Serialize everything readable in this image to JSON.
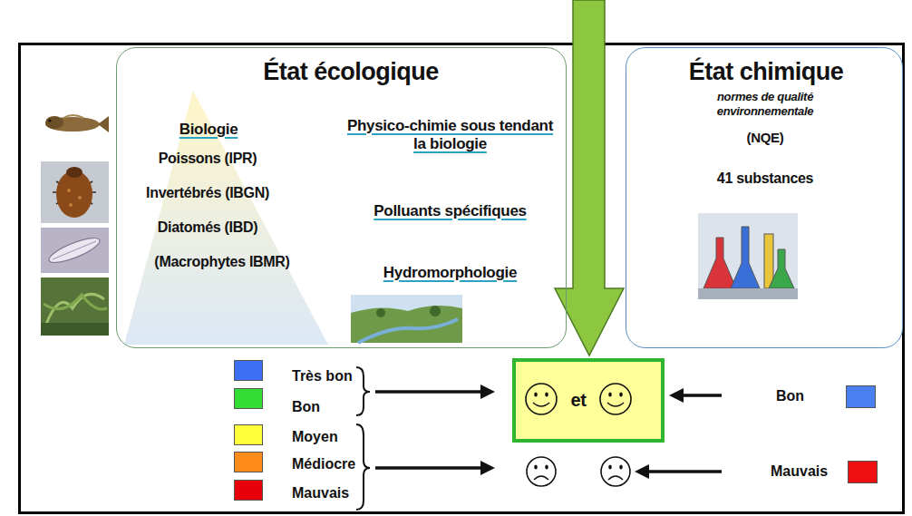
{
  "diagram": {
    "nodes": [
      {
        "text": [
          "État écologique",
          "Biologie",
          "Poissons (IPR)",
          "Invertébrés (IBGN)",
          "Diatomés (IBD)",
          "(Macrophytes IBMR)",
          "Physico-chimie sous tendant la biologie",
          "Polluants spécifiques",
          "Hydromorphologie"
        ]
      },
      {
        "text": [
          "État chimique",
          "normes de qualité environnementale",
          "(NQE)",
          "41 substances"
        ]
      },
      {
        "text": [
          "et"
        ]
      }
    ],
    "legend": [
      {
        "text": "Très bon",
        "color": "#3d6ff5"
      },
      {
        "text": "Bon",
        "color": "#33dd33"
      },
      {
        "text": "Moyen",
        "color": "#ffff3a"
      },
      {
        "text": "Médiocre",
        "color": "#ff8c1a"
      },
      {
        "text": "Mauvais",
        "color": "#e8000b"
      },
      {
        "text": "Bon",
        "color": "#4a7ff0"
      },
      {
        "text": "Mauvais",
        "color": "#ee1010"
      }
    ]
  }
}
